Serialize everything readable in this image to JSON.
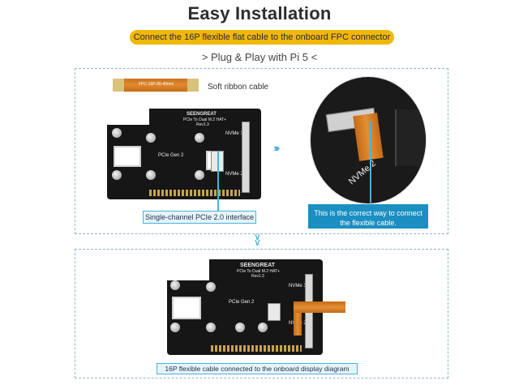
{
  "header": {
    "title": "Easy Installation",
    "subtitle": "Connect the 16P flexible flat cable to the onboard FPC connector",
    "plug_play": "> Plug & Play with Pi 5 <"
  },
  "top_panel": {
    "cable_print": "FPC-16P-80-40mm",
    "cable_label": "Soft ribbon cable",
    "board_brand": "SEENGREAT",
    "board_name": "PCIe To Dual M.2 HAT+",
    "board_rev": "Rev1.3",
    "pcie_label": "PCIe Gen 2",
    "nvme1_label": "NVMe 1",
    "nvme2_label": "NVMe 2",
    "callout_left": "Single-channel PCIe 2.0 interface",
    "photo_label": "NVMe 2",
    "callout_right_line1": "This is the correct way to connect",
    "callout_right_line2": "the flexible cable."
  },
  "bottom_panel": {
    "board_brand": "SEENGREAT",
    "board_name": "PCIe To Dual M.2 HAT+",
    "board_rev": "Rev1.3",
    "pcie_label": "PCIe Gen 2",
    "nvme1_label": "NVMe 1",
    "nvme2_label": "NVMe 2",
    "callout": "16P flexible cable connected to the onboard display diagram"
  },
  "colors": {
    "accent_yellow": "#f2b705",
    "accent_blue": "#1b8fc2",
    "cable_orange": "#e0892d",
    "board_black": "#161616"
  }
}
